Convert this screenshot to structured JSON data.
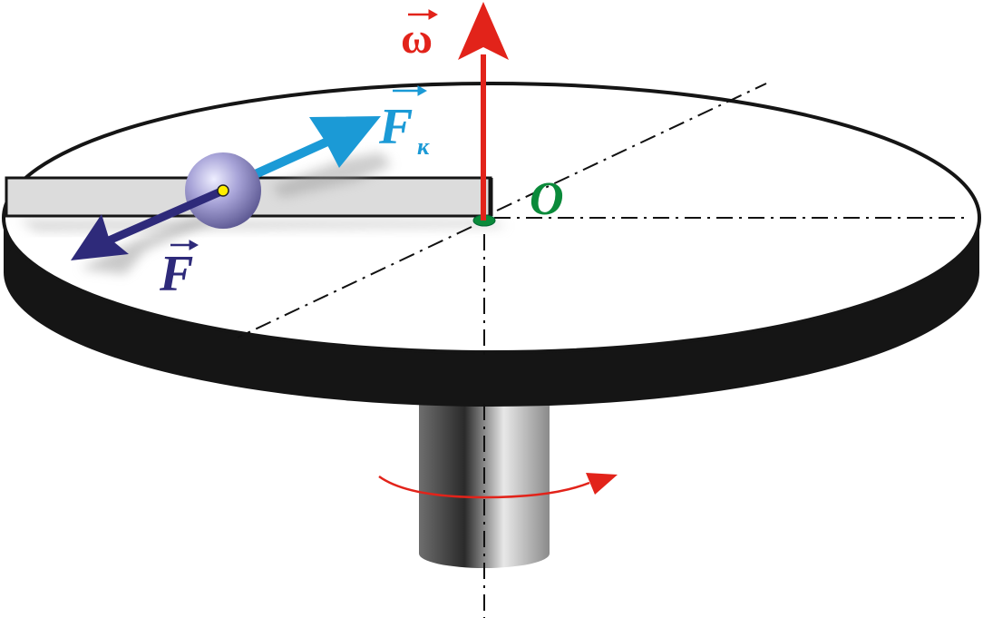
{
  "labels": {
    "omega": "ω",
    "coriolis_force": "F",
    "coriolis_subscript": "к",
    "force": "F",
    "origin": "O"
  },
  "colors": {
    "omega": "#e2231a",
    "coriolis_force": "#1b9ad6",
    "force": "#2e2a7a",
    "origin": "#0a8a3a",
    "ball": "#a8a4d8",
    "disk_edge": "#1a1a1a",
    "rod": "#dcdcdc",
    "rotation_arrow": "#e2231a"
  },
  "icons": {
    "rotation": "curved-arrow"
  }
}
